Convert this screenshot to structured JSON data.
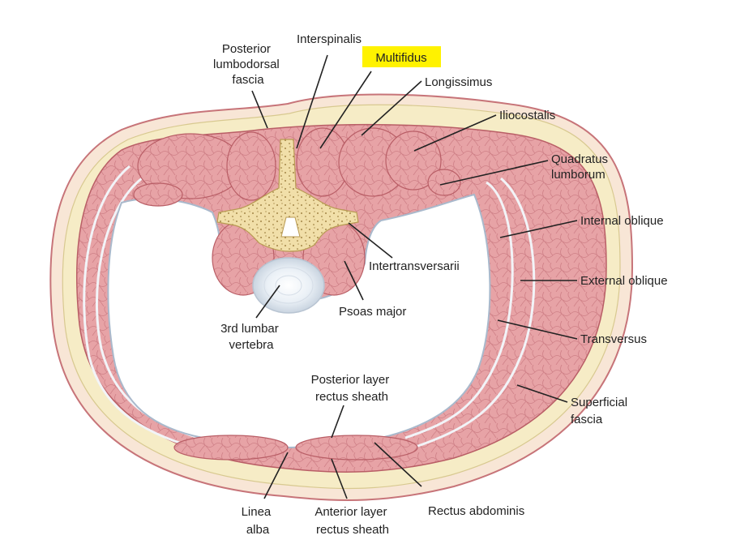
{
  "colors": {
    "background": "#ffffff",
    "muscle": "#e7a3a6",
    "muscle_dark": "#c77479",
    "muscle_line": "#b95e66",
    "fascia": "#f6ecc6",
    "fascia_line": "#d8c990",
    "membrane": "#dfe8f2",
    "bone": "#f1dfa9",
    "bone_dots": "#8b6b2a",
    "disc": "#eef2f7",
    "highlight": "#fff200",
    "leader": "#222222"
  },
  "icons": {
    "diagram": "lumbar-cross-section"
  },
  "labels": {
    "posterior_lumbodorsal_fascia": [
      "Posterior",
      "lumbodorsal",
      "fascia"
    ],
    "interspinalis": [
      "Interspinalis"
    ],
    "multifidus": [
      "Multifidus"
    ],
    "longissimus": [
      "Longissimus"
    ],
    "iliocostalis": [
      "Iliocostalis"
    ],
    "quadratus_lumborum": [
      "Quadratus",
      "lumborum"
    ],
    "internal_oblique": [
      "Internal oblique"
    ],
    "external_oblique": [
      "External oblique"
    ],
    "transversus": [
      "Transversus"
    ],
    "superficial_fascia": [
      "Superficial",
      "fascia"
    ],
    "intertransversarii": [
      "Intertransversarii"
    ],
    "psoas_major": [
      "Psoas major"
    ],
    "third_lumbar_vertebra": [
      "3rd lumbar",
      "vertebra"
    ],
    "posterior_layer_rectus_sheath": [
      "Posterior layer",
      "rectus sheath"
    ],
    "linea_alba": [
      "Linea",
      "alba"
    ],
    "anterior_layer_rectus_sheath": [
      "Anterior layer",
      "rectus sheath"
    ],
    "rectus_abdominis": [
      "Rectus abdominis"
    ]
  }
}
